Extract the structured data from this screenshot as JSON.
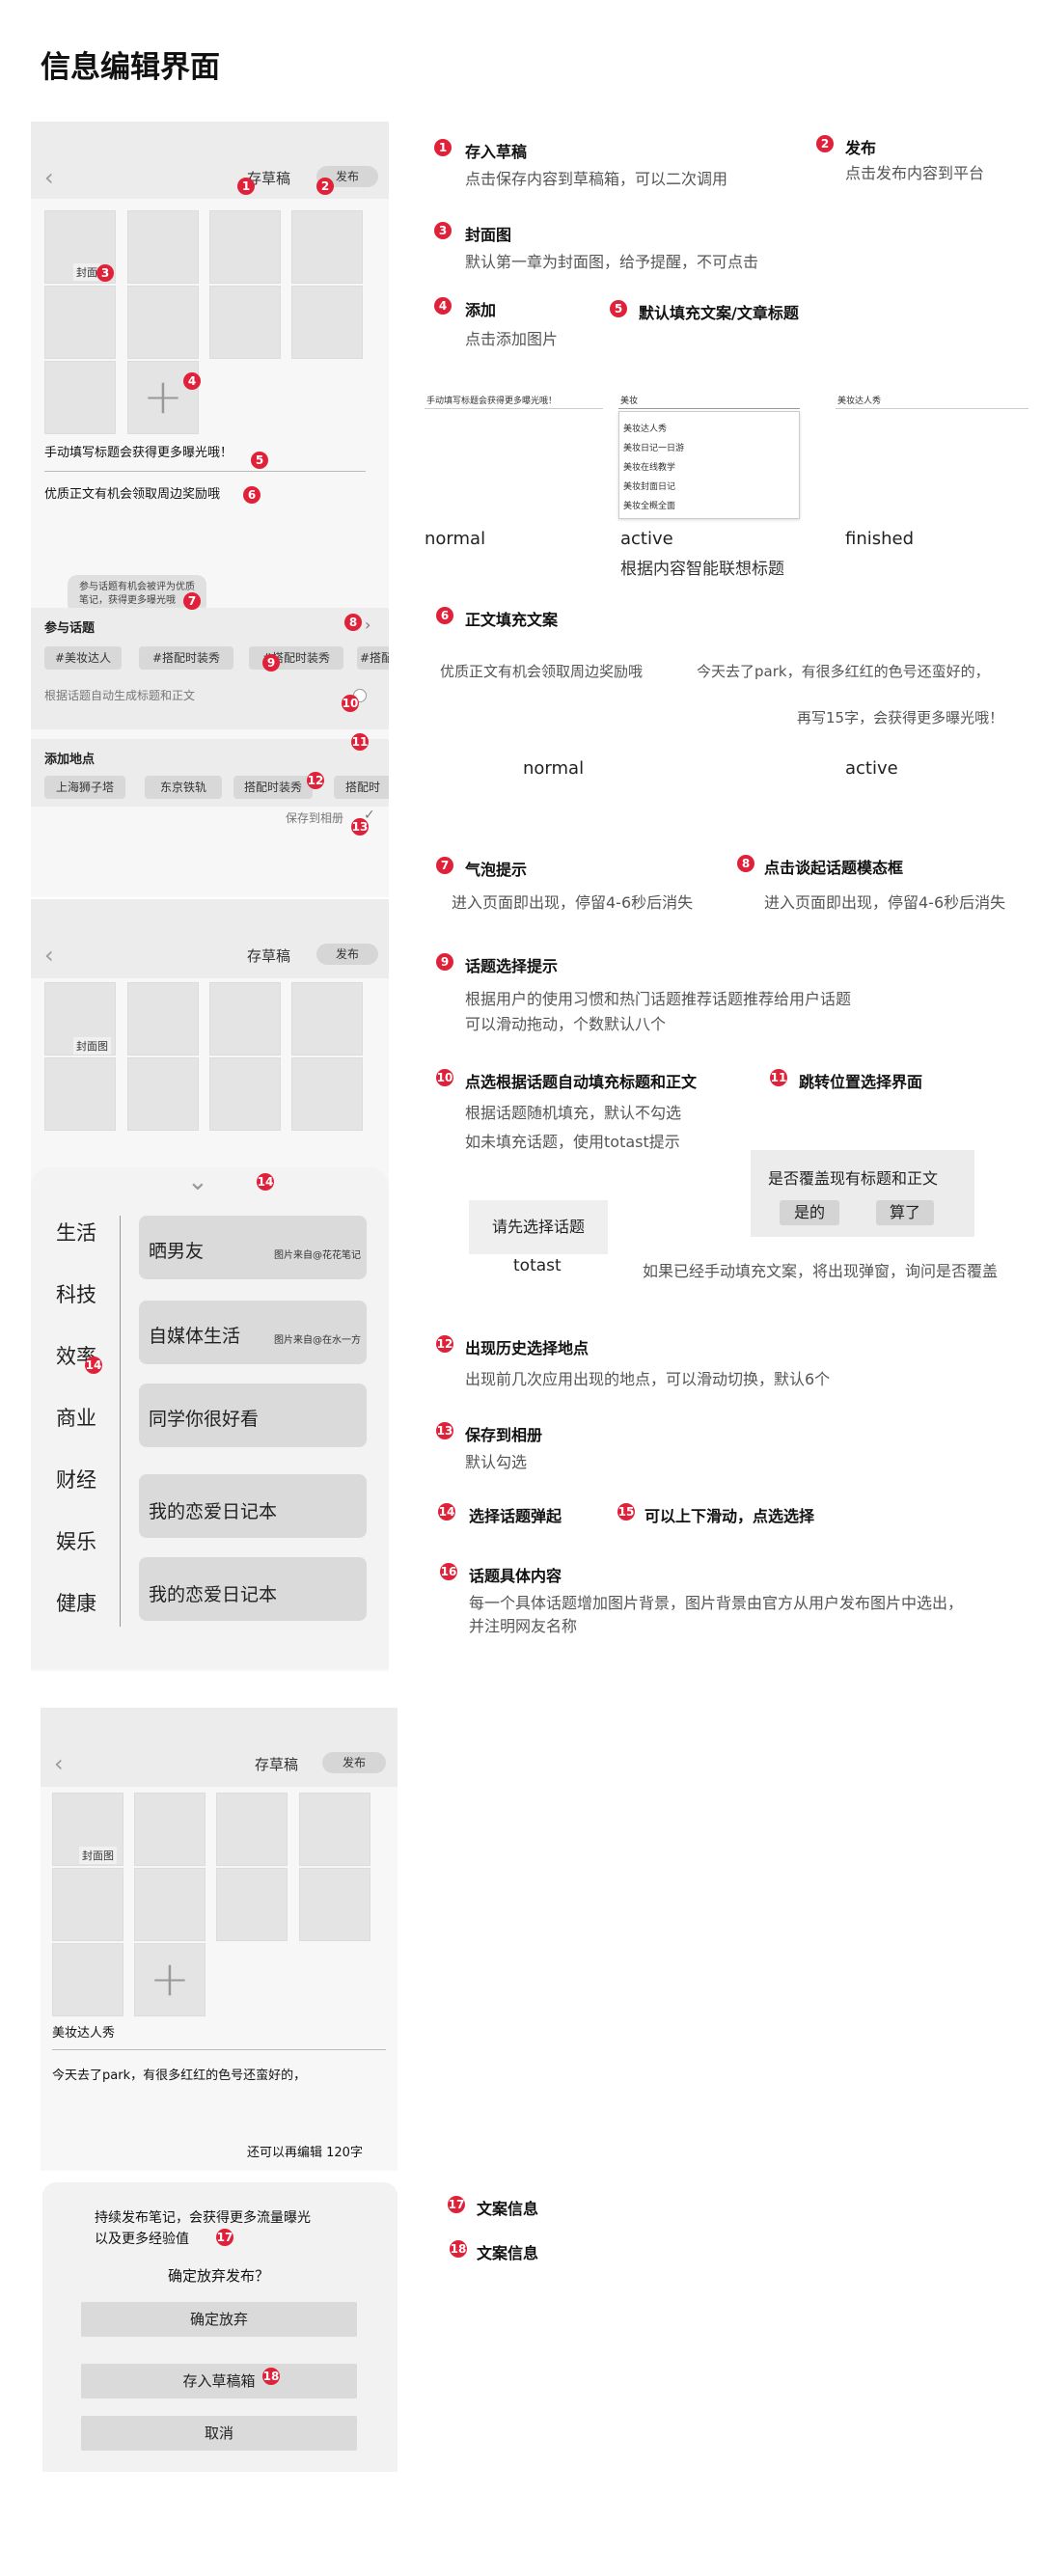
{
  "page_title": "信息编辑界面",
  "colors": {
    "badge": "#e0213a",
    "frame": "#ececec",
    "chip": "#d8d8d8"
  },
  "phone": {
    "draft": "存草稿",
    "publish": "发布",
    "back_icon": "chevron-left-icon",
    "cover": "封面",
    "cover_full": "封面图",
    "title_placeholder": "手动填写标题会获得更多曝光哦！",
    "body_placeholder": "优质正文有机会领取周边奖励哦",
    "bubble": "参与话题有机会被评为优质笔记，获得更多曝光哦",
    "topic_section": "参与话题",
    "topics": [
      "#美妆达人",
      "#搭配时装秀",
      "#搭配时装秀",
      "#搭配"
    ],
    "auto_fill": "根据话题自动生成标题和正文",
    "location_section": "添加地点",
    "locations": [
      "上海狮子塔",
      "东京铁轨",
      "搭配时装秀",
      "搭配时"
    ],
    "save_album": "保存到相册"
  },
  "sheet": {
    "categories": [
      "生活",
      "科技",
      "效率",
      "商业",
      "财经",
      "娱乐",
      "健康"
    ],
    "topics": [
      {
        "name": "晒男友",
        "source": "图片来自@花花笔记"
      },
      {
        "name": "自媒体生活",
        "source": "图片来自@在水一方"
      },
      {
        "name": "同学你很好看",
        "source": ""
      },
      {
        "name": "我的恋爱日记本",
        "source": ""
      },
      {
        "name": "我的恋爱日记本",
        "source": ""
      }
    ]
  },
  "phone3": {
    "title_value": "美妆达人秀",
    "body_value": "今天去了park，有很多红红的色号还蛮好的，",
    "counter": "还可以再编辑 120字"
  },
  "dialog": {
    "line1": "持续发布笔记，会获得更多流量曝光",
    "line2": "以及更多经验值",
    "question": "确定放弃发布？",
    "confirm": "确定放弃",
    "save": "存入草稿箱",
    "cancel": "取消"
  },
  "annotations": {
    "a1_title": "存入草稿",
    "a1_desc": "点击保存内容到草稿箱，可以二次调用",
    "a2_title": "发布",
    "a2_desc": "点击发布内容到平台",
    "a3_title": "封面图",
    "a3_desc": "默认第一章为封面图，给予提醒，不可点击",
    "a4_title": "添加",
    "a4_desc": "点击添加图片",
    "a5_title": "默认填充文案/文章标题",
    "title_states": {
      "normal_text": "手动填写标题会获得更多曝光哦！",
      "active_text": "美妆",
      "finished_text": "美妆达人秀",
      "suggestions": [
        "美妆达人秀",
        "美妆日记一日游",
        "美妆在线教学",
        "美妆封面日记",
        "美妆全概全面"
      ],
      "normal": "normal",
      "active": "active",
      "finished": "finished",
      "smart": "根据内容智能联想标题"
    },
    "a6_title": "正文填充文案",
    "body_states": {
      "normal_text": "优质正文有机会领取周边奖励哦",
      "active_text": "今天去了park，有很多红红的色号还蛮好的，",
      "active_text2": "再写15字，会获得更多曝光哦！",
      "normal": "normal",
      "active": "active"
    },
    "a7_title": "气泡提示",
    "a7_desc": "进入页面即出现，停留4-6秒后消失",
    "a8_title": "点击谈起话题模态框",
    "a8_desc": "进入页面即出现，停留4-6秒后消失",
    "a9_title": "话题选择提示",
    "a9_desc1": "根据用户的使用习惯和热门话题推荐话题推荐给用户话题",
    "a9_desc2": "可以滑动拖动，个数默认八个",
    "a10_title": "点选根据话题自动填充标题和正文",
    "a10_desc1": "根据话题随机填充，默认不勾选",
    "a10_desc2": "如未填充话题，使用totast提示",
    "a11_title": "跳转位置选择界面",
    "toast_text": "请先选择话题",
    "toast_label": "totast",
    "confirm_text": "是否覆盖现有标题和正文",
    "confirm_yes": "是的",
    "confirm_no": "算了",
    "overwrite_note": "如果已经手动填充文案，将出现弹窗，询问是否覆盖",
    "a12_title": "出现历史选择地点",
    "a12_desc": "出现前几次应用出现的地点，可以滑动切换，默认6个",
    "a13_title": "保存到相册",
    "a13_desc": "默认勾选",
    "a14_title": "选择话题弹起",
    "a15_title": "可以上下滑动，点选选择",
    "a16_title": "话题具体内容",
    "a16_desc1": "每一个具体话题增加图片背景，图片背景由官方从用户发布图片中选出，",
    "a16_desc2": "并注明网友名称",
    "a17_title": "文案信息",
    "a18_title": "文案信息"
  },
  "badges": [
    "1",
    "2",
    "3",
    "4",
    "5",
    "6",
    "7",
    "8",
    "9",
    "10",
    "11",
    "12",
    "13",
    "14",
    "15",
    "16",
    "17",
    "18"
  ]
}
